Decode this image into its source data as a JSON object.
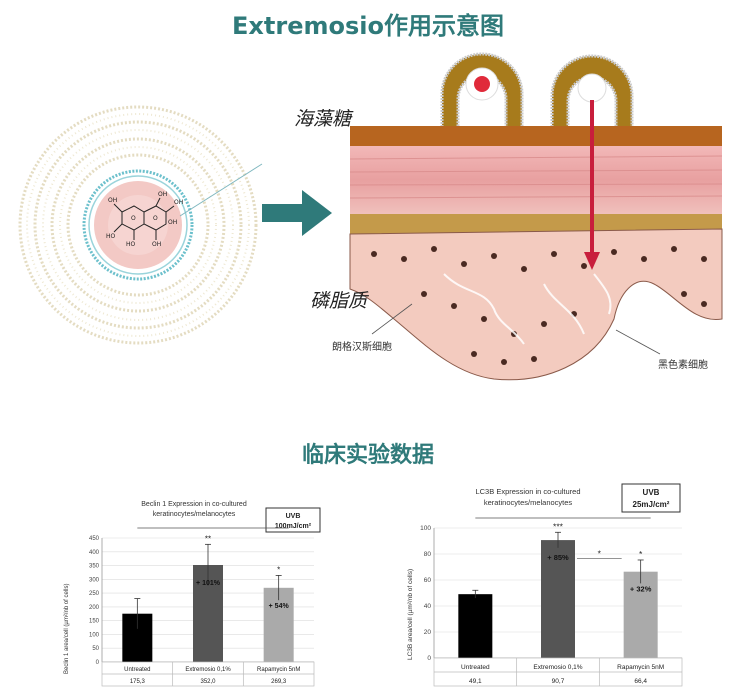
{
  "header": {
    "title": "Extremosio作用示意图"
  },
  "diagram": {
    "label_trehalose": "海藻糖",
    "label_phospholipid": "磷脂质",
    "label_langerhans": "朗格汉斯细胞",
    "label_melanocyte": "黑色素细胞",
    "molecule_labels": [
      "OH",
      "HO",
      "HO",
      "OH",
      "OH",
      "OH",
      "OH",
      "O",
      "O"
    ]
  },
  "section": {
    "title": "临床实验数据"
  },
  "colors": {
    "accent": "#2f7a7a",
    "bar_black": "#000000",
    "bar_dark": "#555555",
    "bar_light": "#aaaaaa"
  },
  "chart_data": [
    {
      "type": "bar",
      "title": "Beclin 1 Expression in co-cultured keratinocytes/melanocytes",
      "title_lines": [
        "Beclin 1 Expression in co-cultured",
        "keratinocytes/melanocytes"
      ],
      "uvb_box": [
        "UVB",
        "100mJ/cm²"
      ],
      "ylabel": "Beclin 1 area/cell (µm²/nb of cells)",
      "ylim": [
        0,
        450
      ],
      "yticks": [
        0,
        50,
        100,
        150,
        200,
        250,
        300,
        350,
        400,
        450
      ],
      "categories": [
        "Untreated",
        "Extremosio 0,1%",
        "Rapamycin 5nM"
      ],
      "values": [
        175.3,
        352.0,
        269.3
      ],
      "value_labels": [
        "175,3",
        "352,0",
        "269,3"
      ],
      "errors": [
        55,
        75,
        45
      ],
      "bar_labels": [
        "",
        "+ 101%",
        "+ 54%"
      ],
      "significance": [
        "",
        "**",
        "*"
      ],
      "colors": [
        "#000000",
        "#555555",
        "#aaaaaa"
      ],
      "grid": true
    },
    {
      "type": "bar",
      "title": "LC3B Expression in co-cultured keratinocytes/melanocytes",
      "title_lines": [
        "LC3B Expression in co-cultured",
        "keratinocytes/melanocytes"
      ],
      "uvb_box": [
        "UVB",
        "25mJ/cm²"
      ],
      "ylabel": "LC3B area/cell (µm²/nb of cells)",
      "ylim": [
        0,
        100
      ],
      "yticks": [
        0,
        20,
        40,
        60,
        80,
        100
      ],
      "categories": [
        "Untreated",
        "Extremosio 0,1%",
        "Rapamycin 5nM"
      ],
      "values": [
        49.1,
        90.7,
        66.4
      ],
      "value_labels": [
        "49,1",
        "90,7",
        "66,4"
      ],
      "errors": [
        3,
        6,
        9
      ],
      "bar_labels": [
        "",
        "+ 85%",
        "+ 32%"
      ],
      "significance": [
        "",
        "***",
        "*"
      ],
      "between_significance": "*",
      "colors": [
        "#000000",
        "#555555",
        "#aaaaaa"
      ],
      "grid": true
    }
  ]
}
